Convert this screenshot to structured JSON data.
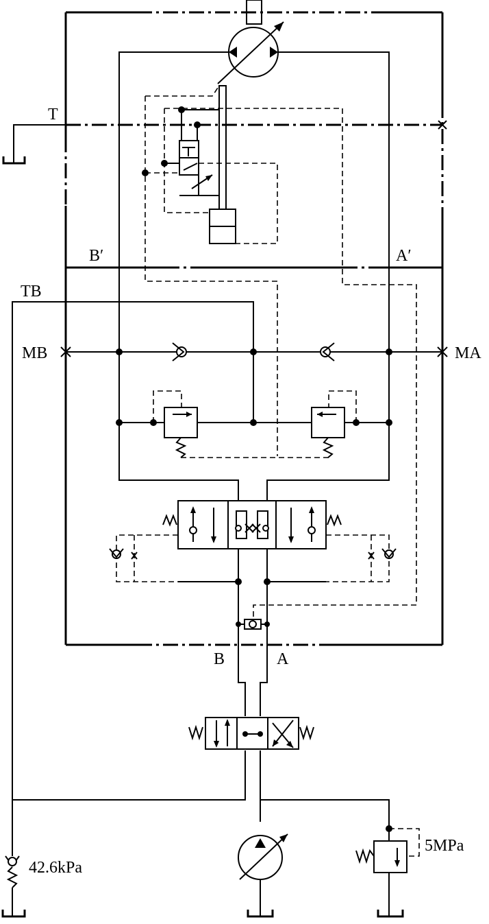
{
  "labels": {
    "tank_port": "T",
    "port_b_prime": "B′",
    "port_a_prime": "A′",
    "tank_port_b": "TB",
    "gauge_mb": "MB",
    "gauge_ma": "MA",
    "port_b": "B",
    "port_a": "A",
    "check_pressure": "42.6kPa",
    "relief_pressure": "5MPa"
  }
}
